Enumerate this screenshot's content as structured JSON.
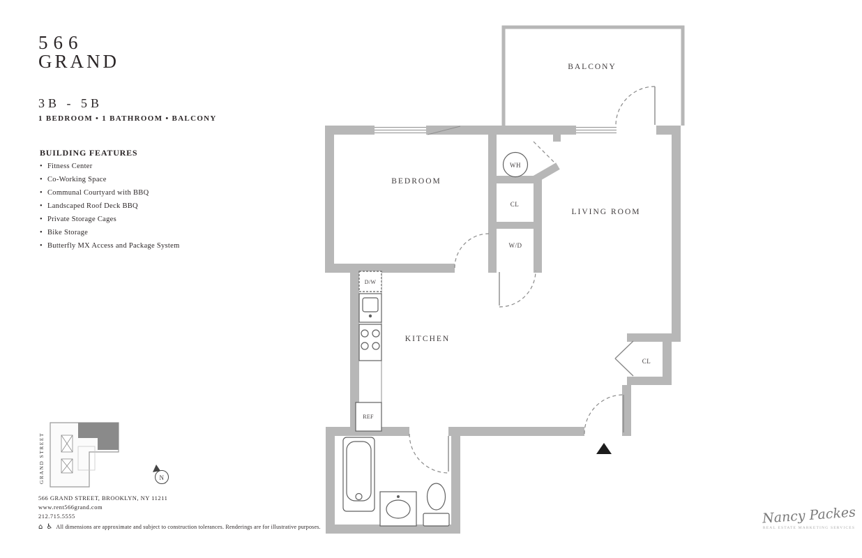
{
  "brand": {
    "line1": "566",
    "line2": "GRAND"
  },
  "unit": {
    "number": "3B - 5B",
    "subtitle": "1 BEDROOM • 1 BATHROOM • BALCONY"
  },
  "building_features": {
    "title": "BUILDING FEATURES",
    "items": [
      "Fitness Center",
      "Co-Working Space",
      "Communal Courtyard with BBQ",
      "Landscaped Roof Deck BBQ",
      "Private Storage Cages",
      "Bike Storage",
      "Butterfly MX Access and Package System"
    ]
  },
  "floorplan": {
    "labels": {
      "balcony": "BALCONY",
      "bedroom": "BEDROOM",
      "living_room": "LIVING ROOM",
      "kitchen": "KITCHEN",
      "water_heater": "WH",
      "closet1": "CL",
      "washer_dryer": "W/D",
      "closet2": "CL",
      "dishwasher": "D/W",
      "refrigerator": "REF"
    }
  },
  "keyplan": {
    "street": "GRAND STREET",
    "compass_n": "N"
  },
  "footer": {
    "address": "566 GRAND STREET,  BROOKLYN, NY 11211",
    "website": "www.rent566grand.com",
    "phone": "212.715.5555",
    "equal_housing_icon": "⌂",
    "accessible_icon": "♿",
    "disclaimer": "All dimensions are approximate and subject to construction tolerances. Renderings are for illustrative purposes."
  },
  "signature": {
    "name": "Nancy Packes",
    "tagline": "REAL ESTATE   MARKETING SERVICES"
  },
  "colors": {
    "wall": "#b7b7b7",
    "ink": "#2b2627"
  }
}
